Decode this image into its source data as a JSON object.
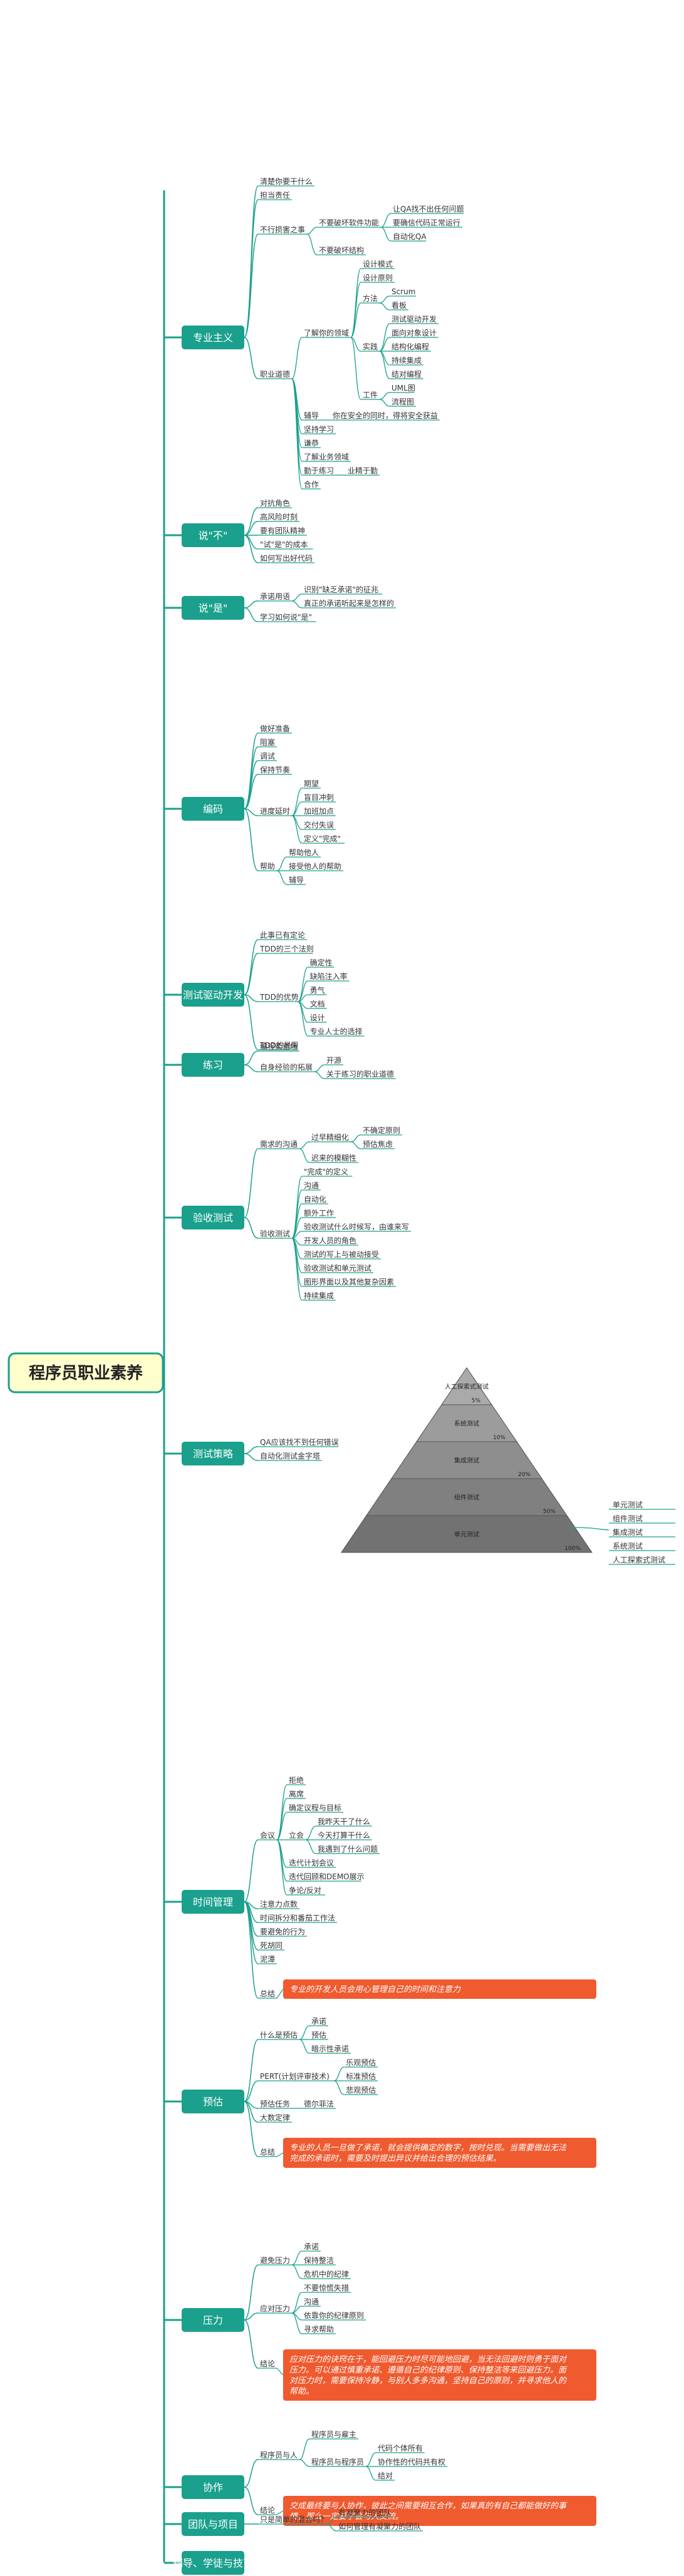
{
  "root": {
    "label": "程序员职业素养"
  },
  "colors": {
    "branch": "#1aa08c",
    "root_fill": "#ffffce",
    "root_stroke": "#1aa08c",
    "callout": "#ef5a2f",
    "line": "#1aa08c",
    "text": "#333333",
    "cat_text": "#ffffff"
  },
  "pyramid": {
    "layers": [
      {
        "label": "人工探索式测试",
        "pct": "5%"
      },
      {
        "label": "系统测试",
        "pct": "10%"
      },
      {
        "label": "集成测试",
        "pct": "20%"
      },
      {
        "label": "组件测试",
        "pct": "50%"
      },
      {
        "label": "单元测试",
        "pct": "100%"
      }
    ]
  },
  "branches": [
    {
      "label": "专业主义",
      "children": [
        {
          "label": "清楚你要干什么"
        },
        {
          "label": "担当责任"
        },
        {
          "label": "不行损害之事",
          "children": [
            {
              "label": "不要破坏软件功能",
              "children": [
                {
                  "label": "让QA找不出任何问题"
                },
                {
                  "label": "要确信代码正常运行"
                },
                {
                  "label": "自动化QA"
                }
              ]
            },
            {
              "label": "不要破坏结构"
            }
          ]
        },
        {
          "label": "职业道德",
          "children": [
            {
              "label": "了解你的领域",
              "children": [
                {
                  "label": "设计模式"
                },
                {
                  "label": "设计原则"
                },
                {
                  "label": "方法",
                  "children": [
                    {
                      "label": "Scrum"
                    },
                    {
                      "label": "看板"
                    }
                  ]
                },
                {
                  "label": "实践",
                  "children": [
                    {
                      "label": "测试驱动开发"
                    },
                    {
                      "label": "面向对象设计"
                    },
                    {
                      "label": "结构化编程"
                    },
                    {
                      "label": "持续集成"
                    },
                    {
                      "label": "结对编程"
                    }
                  ]
                },
                {
                  "label": "工件",
                  "children": [
                    {
                      "label": "UML图"
                    },
                    {
                      "label": "流程图"
                    }
                  ]
                }
              ]
            },
            {
              "label": "辅导",
              "children": [
                {
                  "label": "你在安全的同时，得将安全获益"
                }
              ]
            },
            {
              "label": "坚持学习"
            },
            {
              "label": "谦恭"
            },
            {
              "label": "了解业务领域"
            },
            {
              "label": "勤于练习",
              "children": [
                {
                  "label": "业精于勤"
                }
              ]
            },
            {
              "label": "合作"
            }
          ]
        }
      ]
    },
    {
      "label": "说\"不\"",
      "children": [
        {
          "label": "对抗角色"
        },
        {
          "label": "高风险时刻"
        },
        {
          "label": "要有团队精神"
        },
        {
          "label": "\"试\"是\"的成本"
        },
        {
          "label": "如何写出好代码"
        }
      ]
    },
    {
      "label": "说\"是\"",
      "children": [
        {
          "label": "承诺用语",
          "children": [
            {
              "label": "识别\"缺乏承诺\"的征兆"
            },
            {
              "label": "真正的承诺听起来是怎样的"
            }
          ]
        },
        {
          "label": "学习如何说\"是\""
        }
      ]
    },
    {
      "label": "编码",
      "children": [
        {
          "label": "做好准备"
        },
        {
          "label": "阻塞"
        },
        {
          "label": "调试"
        },
        {
          "label": "保持节奏"
        },
        {
          "label": "进度延时",
          "children": [
            {
              "label": "期望"
            },
            {
              "label": "盲目冲刺"
            },
            {
              "label": "加班加点"
            },
            {
              "label": "交付失误"
            },
            {
              "label": "定义\"完成\""
            }
          ]
        },
        {
          "label": "帮助",
          "children": [
            {
              "label": "帮助他人"
            },
            {
              "label": "接受他人的帮助"
            },
            {
              "label": "辅导"
            }
          ]
        }
      ]
    },
    {
      "label": "测试驱动开发",
      "children": [
        {
          "label": "此事已有定论"
        },
        {
          "label": "TDD的三个法则"
        },
        {
          "label": "TDD的优势",
          "children": [
            {
              "label": "确定性"
            },
            {
              "label": "缺陷注入率"
            },
            {
              "label": "勇气"
            },
            {
              "label": "文档"
            },
            {
              "label": "设计"
            },
            {
              "label": "专业人士的选择"
            }
          ]
        },
        {
          "label": "TDD的局限"
        }
      ]
    },
    {
      "label": "练习",
      "children": [
        {
          "label": "编程柔道场"
        },
        {
          "label": "自身经验的拓展",
          "children": [
            {
              "label": "开源"
            },
            {
              "label": "关于练习的职业道德"
            }
          ]
        }
      ]
    },
    {
      "label": "验收测试",
      "children": [
        {
          "label": "需求的沟通",
          "children": [
            {
              "label": "过早精细化",
              "children": [
                {
                  "label": "不确定原则"
                },
                {
                  "label": "预估焦虑"
                }
              ]
            },
            {
              "label": "迟来的模糊性"
            }
          ]
        },
        {
          "label": "验收测试",
          "children": [
            {
              "label": "\"完成\"的定义"
            },
            {
              "label": "沟通"
            },
            {
              "label": "自动化"
            },
            {
              "label": "额外工作"
            },
            {
              "label": "验收测试什么时候写，由谁来写"
            },
            {
              "label": "开发人员的角色"
            },
            {
              "label": "测试的写上与被动接受"
            },
            {
              "label": "验收测试和单元测试"
            },
            {
              "label": "图形界面以及其他复杂因素"
            },
            {
              "label": "持续集成"
            }
          ]
        }
      ]
    },
    {
      "label": "测试策略",
      "children": [
        {
          "label": "QA应该找不到任何错误"
        },
        {
          "label": "自动化测试金字塔"
        }
      ]
    },
    {
      "label": "时间管理",
      "children": [
        {
          "label": "会议",
          "children": [
            {
              "label": "拒绝"
            },
            {
              "label": "离席"
            },
            {
              "label": "确定议程与目标"
            },
            {
              "label": "立会",
              "children": [
                {
                  "label": "我昨天干了什么"
                },
                {
                  "label": "今天打算干什么"
                },
                {
                  "label": "我遇到了什么问题"
                }
              ]
            },
            {
              "label": "迭代计划会议"
            },
            {
              "label": "迭代回顾和DEMO展示"
            },
            {
              "label": "争论/反对"
            }
          ]
        },
        {
          "label": "注意力点数"
        },
        {
          "label": "时间拆分和番茄工作法"
        },
        {
          "label": "要避免的行为"
        },
        {
          "label": "死胡同"
        },
        {
          "label": "泥潭"
        },
        {
          "label": "总结",
          "callout": "专业的开发人员会用心管理自己的时间和注意力"
        }
      ]
    },
    {
      "label": "预估",
      "children": [
        {
          "label": "什么是预估",
          "children": [
            {
              "label": "承诺"
            },
            {
              "label": "预估"
            },
            {
              "label": "暗示性承诺"
            }
          ]
        },
        {
          "label": "PERT(计划评审技术)",
          "children": [
            {
              "label": "乐观预估"
            },
            {
              "label": "标准预估"
            },
            {
              "label": "悲观预估"
            }
          ]
        },
        {
          "label": "预估任务",
          "children": [
            {
              "label": "德尔菲法"
            }
          ]
        },
        {
          "label": "大数定律"
        },
        {
          "label": "总结",
          "callout": "专业的人员一旦做了承诺，就会提供确定的数字，按时兑现。当需要做出无法完成的承诺时，需要及时提出异议并给出合理的预估结果。"
        }
      ]
    },
    {
      "label": "压力",
      "children": [
        {
          "label": "避免压力",
          "children": [
            {
              "label": "承诺"
            },
            {
              "label": "保持整洁"
            },
            {
              "label": "危机中的纪律"
            }
          ]
        },
        {
          "label": "应对压力",
          "children": [
            {
              "label": "不要惊慌失措"
            },
            {
              "label": "沟通"
            },
            {
              "label": "依靠你的纪律原则"
            },
            {
              "label": "寻求帮助"
            }
          ]
        },
        {
          "label": "结论",
          "callout": "应对压力的诀窍在于，能回避压力时尽可能地回避，当无法回避时则勇于面对压力。可以通过慎重承诺、遵循自己的纪律原则、保持整洁等来回避压力。面对压力时，需要保持冷静，与别人多多沟通，坚持自己的原则，并寻求他人的帮助。"
        }
      ]
    },
    {
      "label": "协作",
      "children": [
        {
          "label": "程序员与人",
          "children": [
            {
              "label": "程序员与雇主"
            },
            {
              "label": "程序员与程序员",
              "children": [
                {
                  "label": "代码个体所有"
                },
                {
                  "label": "协作性的代码共有权"
                },
                {
                  "label": "结对"
                }
              ]
            }
          ]
        },
        {
          "label": "结论",
          "callout": "交成最终要与人协作，彼此之间需要相互合作，如果真的有自己都能做好的事情，那么一定要学会与人交流。"
        }
      ]
    },
    {
      "label": "团队与项目",
      "children": [
        {
          "label": "只是简单的混合吗?",
          "children": [
            {
              "label": "有凝聚力的团队"
            },
            {
              "label": "如何管理有凝聚力的团队"
            }
          ]
        }
      ]
    },
    {
      "label": "辅导、学徒与技艺"
    }
  ]
}
